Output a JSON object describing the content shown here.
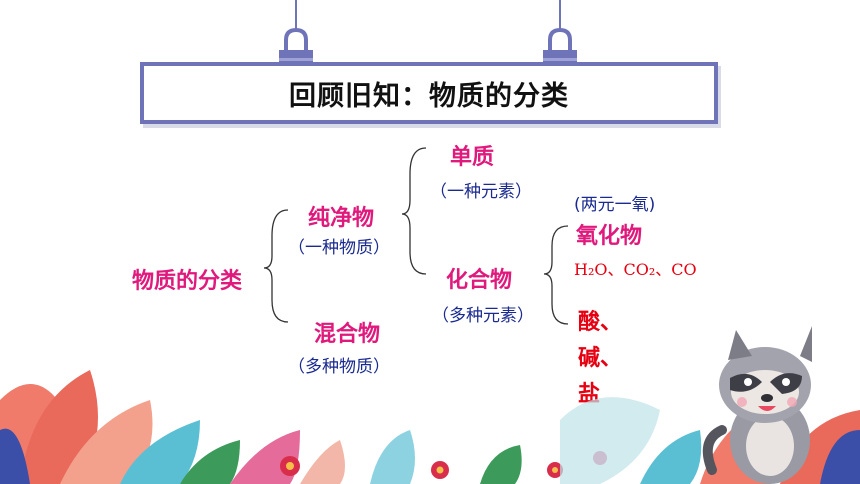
{
  "title": "回顾旧知：物质的分类",
  "tree": {
    "root": "物质的分类",
    "pure": {
      "label": "纯净物",
      "note": "（一种物质）"
    },
    "mixture": {
      "label": "混合物",
      "note": "（多种物质）"
    },
    "element": {
      "label": "单质",
      "note": "（一种元素）"
    },
    "compound": {
      "label": "化合物",
      "note": "（多种元素）"
    },
    "oxide": {
      "note": "(两元一氧)",
      "label": "氧化物",
      "examples": "H₂O、CO₂、CO"
    },
    "others": [
      "酸、",
      "碱、",
      "盐"
    ]
  },
  "colors": {
    "pink": "#e0197d",
    "blue": "#1a2a8f",
    "red": "#e60012",
    "frame": "#6f74b8"
  }
}
